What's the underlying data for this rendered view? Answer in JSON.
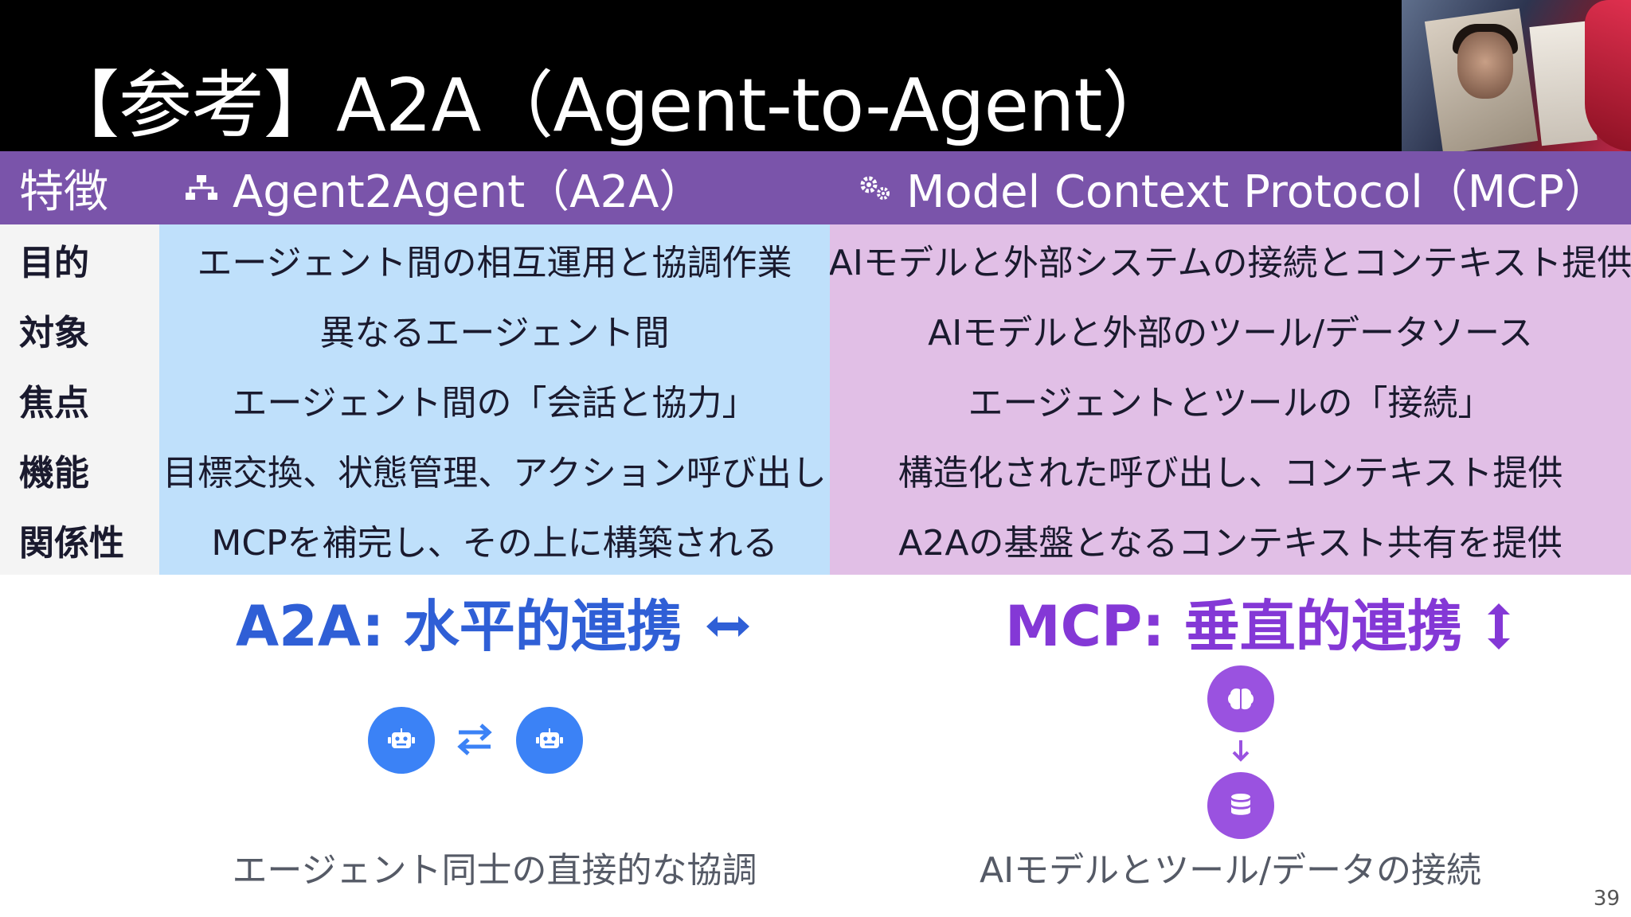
{
  "slide": {
    "title": "【参考】A2A（Agent-to-Agent）",
    "page_number": "39"
  },
  "table": {
    "header": {
      "feature": "特徴",
      "a2a": "Agent2Agent（A2A）",
      "mcp": "Model Context Protocol（MCP）"
    },
    "header_icons": {
      "a2a": "sitemap-icon",
      "mcp": "gears-icon"
    },
    "rows": [
      {
        "feature": "目的",
        "a2a": "エージェント間の相互運用と協調作業",
        "mcp": "AIモデルと外部システムの接続とコンテキスト提供"
      },
      {
        "feature": "対象",
        "a2a": "異なるエージェント間",
        "mcp": "AIモデルと外部のツール/データソース"
      },
      {
        "feature": "焦点",
        "a2a": "エージェント間の「会話と協力」",
        "mcp": "エージェントとツールの「接続」"
      },
      {
        "feature": "機能",
        "a2a": "目標交換、状態管理、アクション呼び出し",
        "mcp": "構造化された呼び出し、コンテキスト提供"
      },
      {
        "feature": "関係性",
        "a2a": "MCPを補完し、その上に構築される",
        "mcp": "A2Aの基盤となるコンテキスト共有を提供"
      }
    ]
  },
  "a2a_section": {
    "title": "A2A: 水平的連携",
    "caption": "エージェント同士の直接的な協調",
    "icons": [
      "left-right-arrow-icon",
      "robot-icon",
      "swap-arrows-icon",
      "robot-icon"
    ]
  },
  "mcp_section": {
    "title": "MCP: 垂直的連携",
    "caption": "AIモデルとツール/データの接続",
    "icons": [
      "up-down-arrow-icon",
      "brain-icon",
      "down-arrow-icon",
      "database-icon"
    ]
  },
  "colors": {
    "header_bg": "#000000",
    "table_header": "#7a54aa",
    "a2a_column": "#bfe0fb",
    "mcp_column": "#e1bfe6",
    "a2a_accent": "#2f5fd6",
    "mcp_accent": "#8438d6",
    "a2a_icon_circle": "#3b82f6",
    "mcp_icon_circle": "#9a52e0"
  }
}
